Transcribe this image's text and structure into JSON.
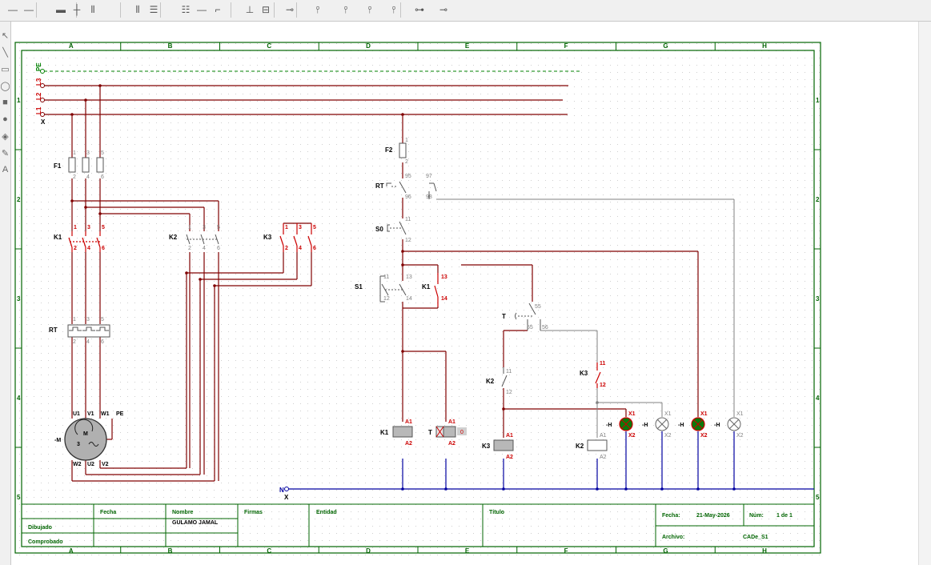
{
  "colors": {
    "frame": "#006400",
    "wire_power": "#800000",
    "wire_control": "#800000",
    "wire_neutral": "#0000a0",
    "wire_signal": "#808080",
    "label_red": "#cc0000",
    "label_gray": "#808080",
    "lamp_fill": "#0a7a0a",
    "canvas_bg": "#ffffff"
  },
  "toolbar": {
    "icons": [
      "wire-horizontal-icon",
      "wire-horizontal-2-icon",
      "bus-icon",
      "junction-icon",
      "multi-wire-icon",
      "multi-wire-tap-icon",
      "bus-parallel-icon",
      "bus-branch-icon",
      "line-icon",
      "line-break-icon",
      "line-cross-icon",
      "component-fuse-icon",
      "component-coil-icon",
      "contacts-icon",
      "contacts-2-icon",
      "contacts-3-icon",
      "contacts-4-icon",
      "terminal-icon",
      "terminal-2-icon"
    ]
  },
  "left_tools": {
    "icons": [
      "pointer-icon",
      "line-tool-icon",
      "rectangle-tool-icon",
      "ellipse-tool-icon",
      "filled-rect-tool-icon",
      "filled-ellipse-tool-icon",
      "fill-bucket-icon",
      "eyedropper-icon",
      "text-tool-icon"
    ]
  },
  "schematic": {
    "columns": [
      "A",
      "B",
      "C",
      "D",
      "E",
      "F",
      "G",
      "H"
    ],
    "rows": [
      "1",
      "2",
      "3",
      "4",
      "5"
    ],
    "buses": {
      "pe": "PE",
      "l3": "L3",
      "l2": "L2",
      "l1": "L1",
      "x": "X",
      "n": "N"
    },
    "power": {
      "fuse_label": "F1",
      "fuse_terms_top": [
        "1",
        "3",
        "5"
      ],
      "fuse_terms_bottom": [
        "2",
        "4",
        "6"
      ],
      "k1_label": "K1",
      "k1_top": [
        "1",
        "3",
        "5"
      ],
      "k1_bottom": [
        "2",
        "4",
        "6"
      ],
      "k2_label": "K2",
      "k2_top": [
        "1",
        "3",
        "5"
      ],
      "k2_bottom": [
        "2",
        "4",
        "6"
      ],
      "k3_label": "K3",
      "k3_top": [
        "1",
        "3",
        "5"
      ],
      "k3_bottom": [
        "2",
        "4",
        "6"
      ],
      "rt_label": "RT",
      "rt_top": [
        "1",
        "3",
        "5"
      ],
      "rt_bottom": [
        "2",
        "4",
        "6"
      ],
      "motor": {
        "label": "-M",
        "m": "M",
        "three": "3",
        "u1": "U1",
        "v1": "V1",
        "w1": "W1",
        "pe": "PE",
        "w2": "W2",
        "u2": "U2",
        "v2": "V2"
      }
    },
    "control": {
      "f2": {
        "label": "F2",
        "t1": "1",
        "t2": "2"
      },
      "rt": {
        "label": "RT",
        "t95a": "95",
        "t97": "97",
        "t96": "96",
        "t98": "98"
      },
      "s0": {
        "label": "S0",
        "t11": "11",
        "t12": "12"
      },
      "s1": {
        "label": "S1",
        "t11": "11",
        "t12": "12",
        "t13": "13",
        "t14": "14"
      },
      "k1_hold": {
        "label": "K1",
        "t13": "13",
        "t14": "14"
      },
      "timer": {
        "label": "T",
        "t55a": "55",
        "t55b": "55",
        "t56": "56"
      },
      "k2_nc": {
        "label": "K2",
        "t11": "11",
        "t12": "12"
      },
      "k3_nc": {
        "label": "K3",
        "t11": "11",
        "t12": "12"
      },
      "coil_k1": {
        "label": "K1",
        "a1": "A1",
        "a2": "A2"
      },
      "coil_t": {
        "label": "T",
        "a1": "A1",
        "a2": "A2",
        "value": "0"
      },
      "coil_k3": {
        "label": "K3",
        "a1": "A1",
        "a2": "A2"
      },
      "coil_k2": {
        "label": "K2",
        "a1": "A1",
        "a2": "A2"
      },
      "lamps": [
        {
          "label": "-H",
          "x1": "X1",
          "x2": "X2"
        },
        {
          "label": "-H",
          "x1": "X1",
          "x2": "X2"
        },
        {
          "label": "-H",
          "x1": "X1",
          "x2": "X2"
        },
        {
          "label": "-H",
          "x1": "X1",
          "x2": "X2"
        }
      ]
    },
    "title_block": {
      "fecha_h": "Fecha",
      "nombre_h": "Nombre",
      "firmas_h": "Firmas",
      "entidad_h": "Entidad",
      "titulo_h": "Título",
      "dibujado": "Dibujado",
      "comprobado": "Comprobado",
      "nombre_value": "GULAMO JAMAL",
      "fecha_label": "Fecha:",
      "fecha_value": "21-May-2026",
      "num_label": "Núm:",
      "num_value": "1 de 1",
      "archivo_label": "Archivo:",
      "archivo_value": "CADe_S1"
    }
  }
}
